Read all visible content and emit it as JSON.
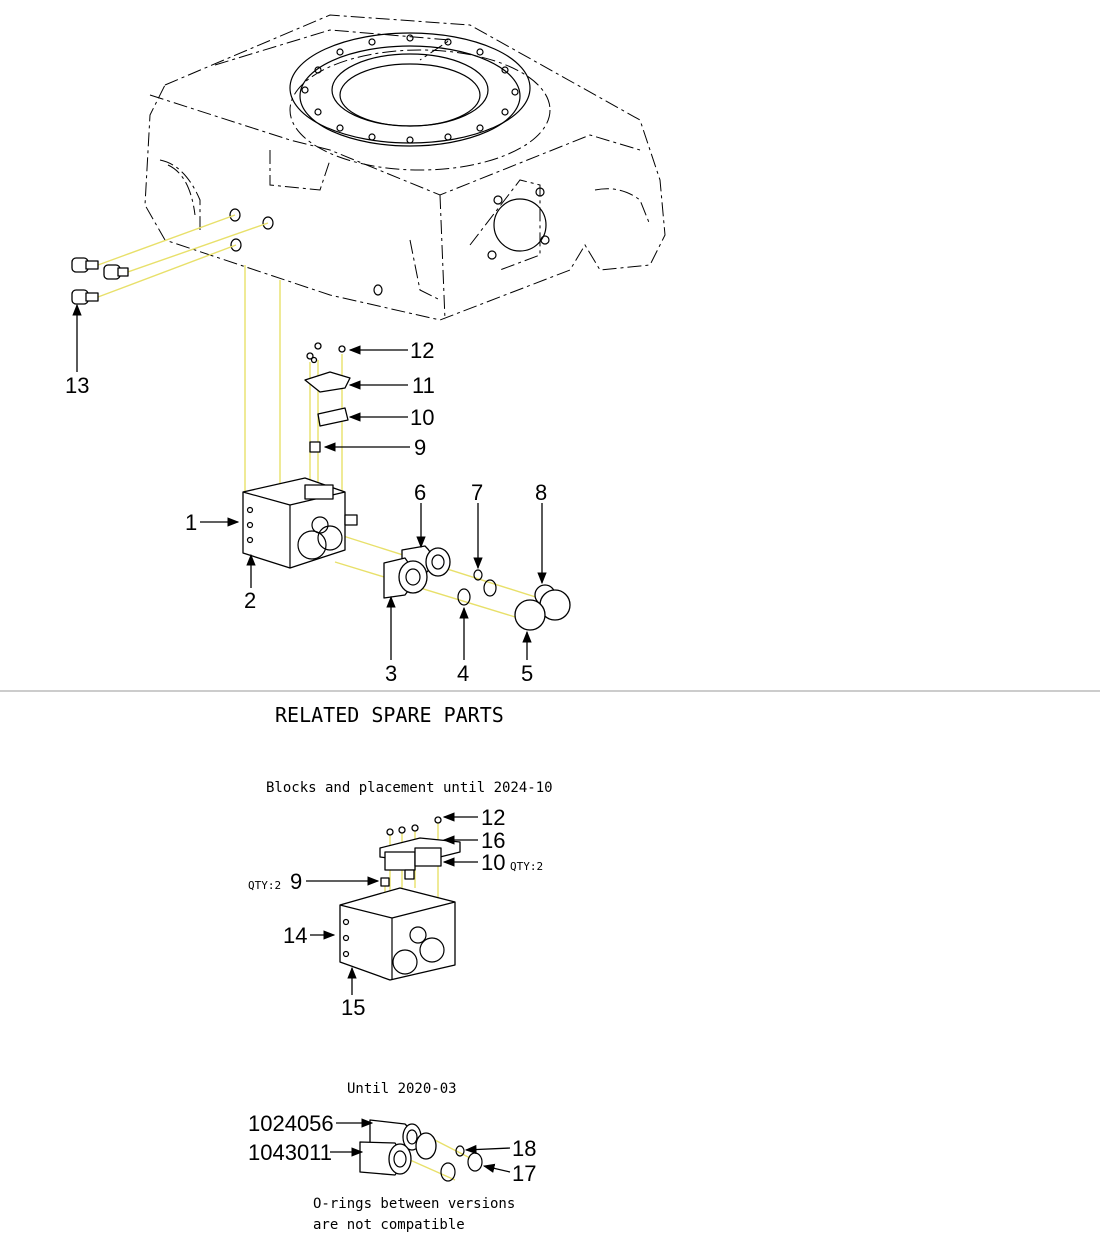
{
  "title": "RELATED SPARE PARTS",
  "callouts_main": [
    "1",
    "2",
    "3",
    "4",
    "5",
    "6",
    "7",
    "8",
    "9",
    "10",
    "11",
    "12",
    "13"
  ],
  "section_blocks": {
    "caption": "Blocks and placement until 2024-10",
    "callouts": [
      "12",
      "16",
      "10",
      "9",
      "14",
      "15"
    ],
    "qty_left": "QTY:2",
    "qty_right": "QTY:2"
  },
  "section_until": {
    "caption": "Until 2020-03",
    "part_a": "1024056",
    "part_b": "1043011",
    "callouts": [
      "18",
      "17"
    ],
    "note_line1": "O-rings between versions",
    "note_line2": "are not compatible"
  },
  "colors": {
    "leader": "#000000",
    "assembly_line": "#e8e06a",
    "divider": "#999999"
  }
}
